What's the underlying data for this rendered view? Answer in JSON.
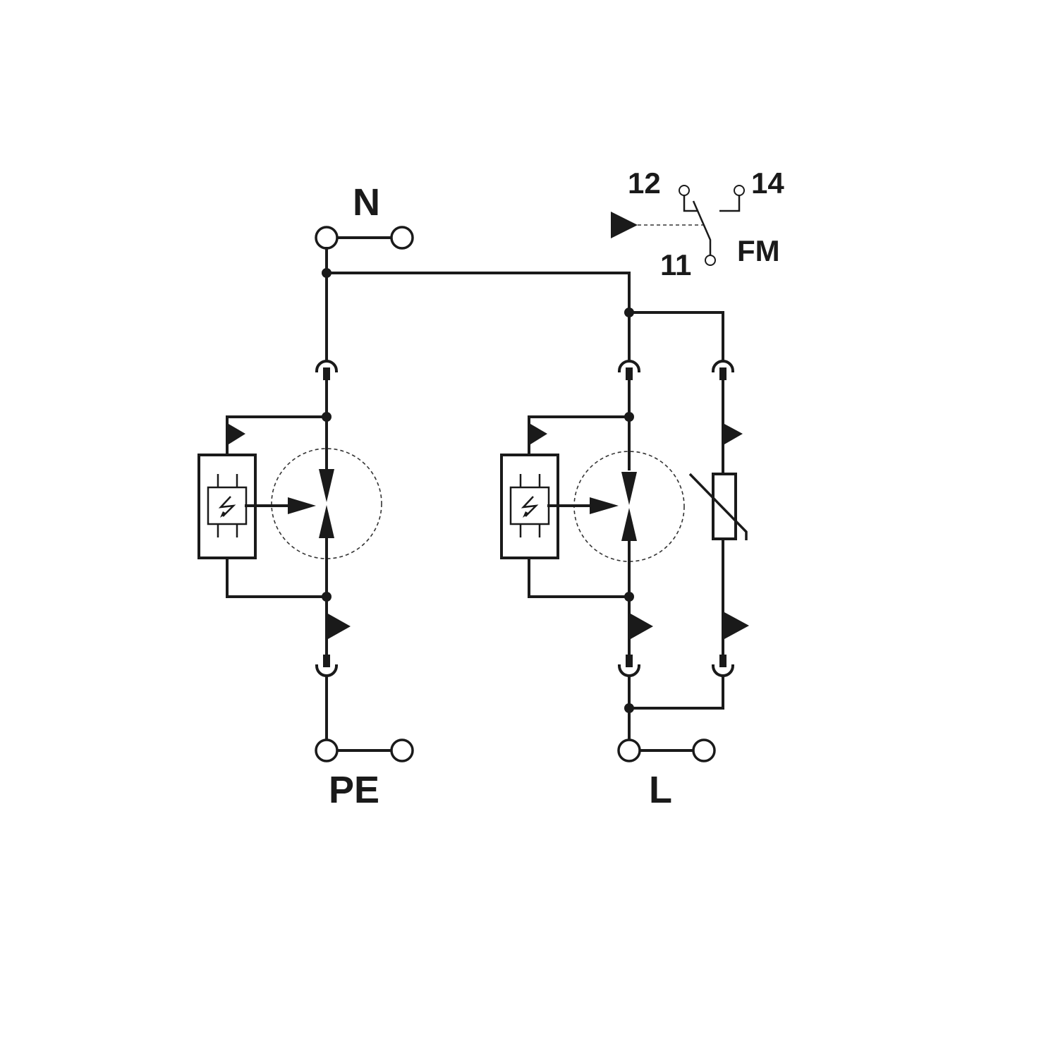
{
  "terminals": {
    "n": "N",
    "pe": "PE",
    "l": "L"
  },
  "contact": {
    "pin_12": "12",
    "pin_14": "14",
    "pin_11": "11",
    "label": "FM"
  },
  "colors": {
    "line": "#1a1a1a",
    "background": "#ffffff"
  }
}
